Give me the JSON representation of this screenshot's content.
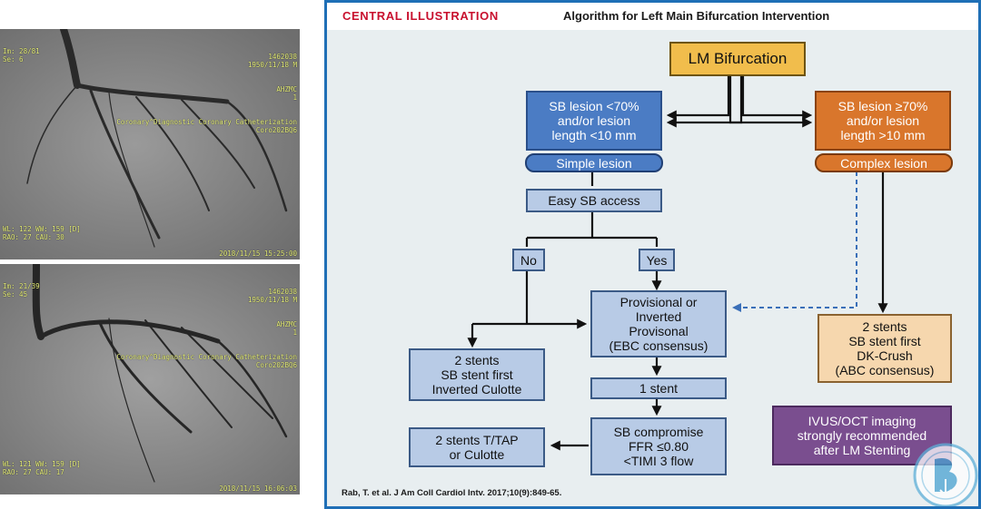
{
  "angio_top": {
    "left_lines": [
      "Im: 28/81",
      "Se: 6"
    ],
    "right_lines": [
      "1462038",
      "1950/11/18 M",
      "AHZMC",
      "1",
      "Coronary^Diagnostic Coronary Catheterization",
      "Coro202BQ6"
    ],
    "bottom_left": [
      "WL: 122 WW: 159 [D]",
      "RAO: 27 CAU: 30"
    ],
    "bottom_right": "2018/11/15 15:25:00"
  },
  "angio_bottom": {
    "left_lines": [
      "Im: 21/39",
      "Se: 45"
    ],
    "right_lines": [
      "1462038",
      "1950/11/18 M",
      "AHZMC",
      "1",
      "Coronary^Diagnostic Coronary Catheterization",
      "Coro202BQ6"
    ],
    "bottom_left": [
      "WL: 121 WW: 159 [D]",
      "RAO: 27 CAU: 17"
    ],
    "bottom_right": "2018/11/15 16:06:03"
  },
  "illustration": {
    "header_label": "CENTRAL ILLUSTRATION",
    "title": "Algorithm for Left Main Bifurcation Intervention",
    "citation": "Rab, T. et al. J Am Coll Cardiol Intv. 2017;10(9):849-65.",
    "nodes": {
      "lm": "LM Bifurcation",
      "sb_small": "SB lesion <70%\nand/or lesion\nlength <10 mm",
      "sb_large": "SB lesion ≥70%\nand/or lesion\nlength >10 mm",
      "simple": "Simple lesion",
      "complex": "Complex lesion",
      "easy_access": "Easy SB access",
      "no": "No",
      "yes": "Yes",
      "provisional": "Provisional or\nInverted\nProvisonal\n(EBC consensus)",
      "two_stents_culotte": "2 stents\nSB stent first\nInverted Culotte",
      "one_stent": "1 stent",
      "sb_compromise": "SB compromise\nFFR ≤0.80\n<TIMI 3 flow",
      "two_stents_tap": "2 stents T/TAP\nor Culotte",
      "dk_crush": "2 stents\nSB stent first\nDK-Crush\n(ABC consensus)",
      "imaging": "IVUS/OCT imaging\nstrongly recommended\nafter LM Stenting"
    }
  }
}
